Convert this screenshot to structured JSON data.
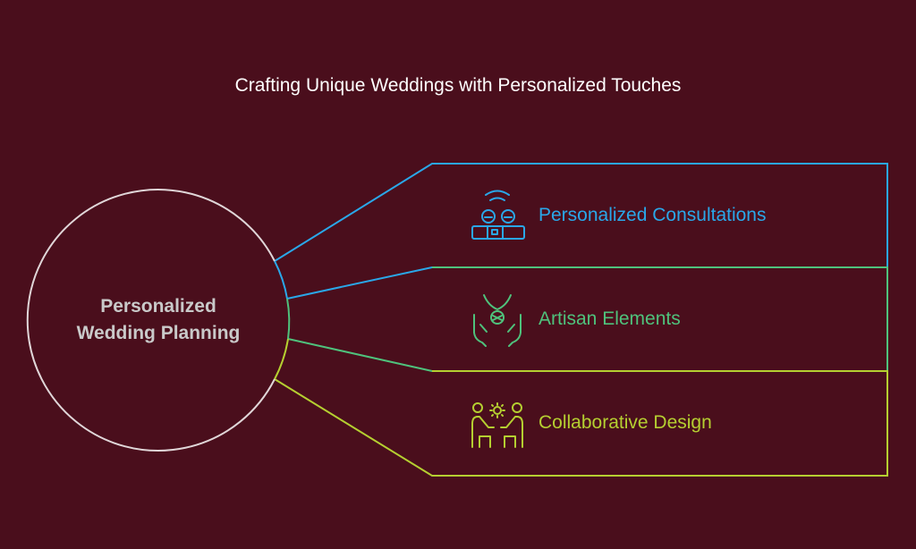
{
  "title": "Crafting Unique Weddings with Personalized Touches",
  "hub": {
    "line1": "Personalized",
    "line2": "Wedding Planning"
  },
  "items": [
    {
      "label": "Personalized Consultations",
      "icon": "consultation-people-icon",
      "color": "#2aa7e8"
    },
    {
      "label": "Artisan Elements",
      "icon": "artisan-hands-necklace-icon",
      "color": "#4fc27c"
    },
    {
      "label": "Collaborative Design",
      "icon": "collaboration-people-icon",
      "color": "#b5cf31"
    }
  ],
  "colors": {
    "background": "#4a0e1c",
    "hub_outline": "#e0d6d8",
    "hub_text": "#c9c9c9",
    "title_text": "#ffffff"
  }
}
